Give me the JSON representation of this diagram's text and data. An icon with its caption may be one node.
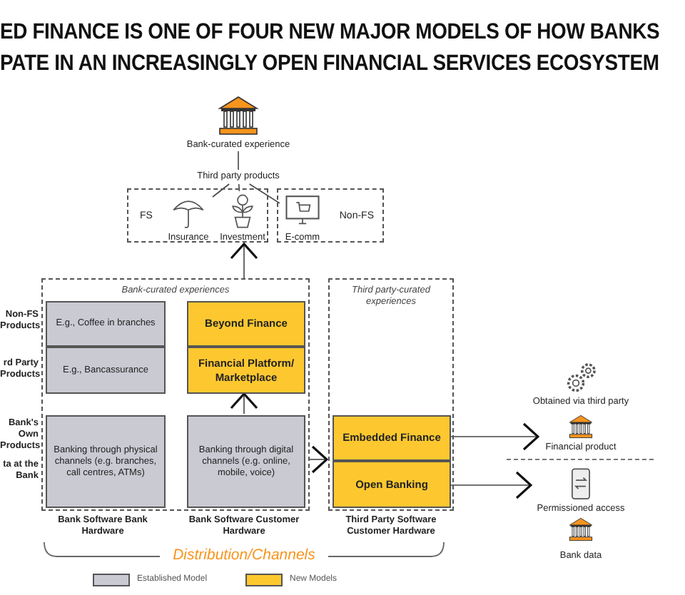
{
  "diagram": {
    "title": "**ED FINANCE** IS ONE OF **FOUR** NEW MAJOR **MODELS** OF HOW BANKS PATE IN AN INCREASINGLY **OPEN** FINANCIAL SERVICES **ECOSYSTEM**",
    "nodes": [
      {
        "text": [
          "Bank-curated experience"
        ]
      },
      {
        "text": [
          "Third party products"
        ]
      },
      {
        "text": [
          "FS"
        ]
      },
      {
        "text": [
          "Insurance"
        ],
        "in": 2
      },
      {
        "text": [
          "Investment"
        ],
        "in": 2
      },
      {
        "text": [
          "Non-FS"
        ]
      },
      {
        "text": [
          "E-comm"
        ],
        "in": 5
      },
      {
        "text": [
          "Bank-curated experiences"
        ]
      },
      {
        "text": [
          "E.g., Coffee in branches"
        ],
        "in": 7
      },
      {
        "text": [
          "E.g., Bancassurance"
        ],
        "in": 7
      },
      {
        "text": [
          "Banking through physical channels (e.g. branches, call centres, ATMs)"
        ],
        "in": 7
      },
      {
        "text": [
          "Beyond Finance"
        ],
        "in": 7
      },
      {
        "text": [
          "Financial Platform/ Marketplace"
        ],
        "in": 7
      },
      {
        "text": [
          "Banking through digital channels (e.g. online, mobile, voice)"
        ],
        "in": 7
      },
      {
        "text": [
          "Third party-curated experiences"
        ]
      },
      {
        "text": [
          "Embedded Finance"
        ],
        "in": 14
      },
      {
        "text": [
          "Open Banking"
        ],
        "in": 14
      },
      {
        "text": [
          "Obtained via third party"
        ]
      },
      {
        "text": [
          "Financial product"
        ]
      },
      {
        "text": [
          "Permissioned access"
        ]
      },
      {
        "text": [
          "Bank data"
        ]
      }
    ],
    "edges": [
      {
        "from": 0,
        "to": 1,
        "arrow": "none"
      },
      {
        "from": 1,
        "to": 3,
        "arrow": "none"
      },
      {
        "from": 1,
        "to": 4,
        "arrow": "none"
      },
      {
        "from": 1,
        "to": 6,
        "arrow": "none"
      },
      {
        "from": 7,
        "to": 2,
        "arrow": "to"
      },
      {
        "from": 13,
        "to": 12,
        "arrow": "to"
      },
      {
        "from": 7,
        "to": 14,
        "arrow": "to"
      },
      {
        "from": 15,
        "to": 18,
        "arrow": "to"
      },
      {
        "from": 16,
        "to": 19,
        "arrow": "to"
      }
    ],
    "labels": [
      "Non-FS Products",
      "rd Party Products",
      "Bank's Own Products",
      "ta at the Bank",
      "Bank Software Bank Hardware",
      "Bank Software Customer Hardware",
      "Third Party Software Customer Hardware",
      "Distribution/Channels"
    ],
    "legend": [
      {
        "text": "Established Model",
        "color": "#c9cad2"
      },
      {
        "text": "New Models",
        "color": "#fdc82f"
      }
    ]
  }
}
